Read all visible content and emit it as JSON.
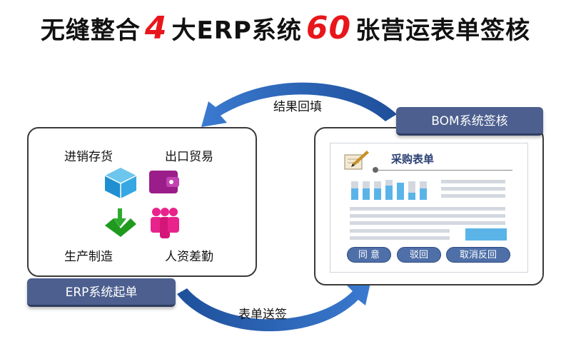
{
  "title": {
    "part1": "无缝整合",
    "num1": "4",
    "part2": "大ERP系统",
    "num2": "60",
    "part3": "张营运表单签核"
  },
  "left_panel": {
    "tag": "ERP系统起单",
    "items": [
      "进销存货",
      "出口贸易",
      "生产制造",
      "人资差勤"
    ]
  },
  "right_panel": {
    "tag": "BOM系统签核",
    "form_title": "采购表单",
    "buttons": [
      "同 意",
      "驳回",
      "取消反回"
    ]
  },
  "flow": {
    "top_label": "结果回填",
    "bottom_label": "表单送签"
  },
  "colors": {
    "accent_red": "#e8161b",
    "tag_blue": "#4c5f8e",
    "arrow_blue": "#2b63b8",
    "bar_blue": "#5ab4e8"
  }
}
